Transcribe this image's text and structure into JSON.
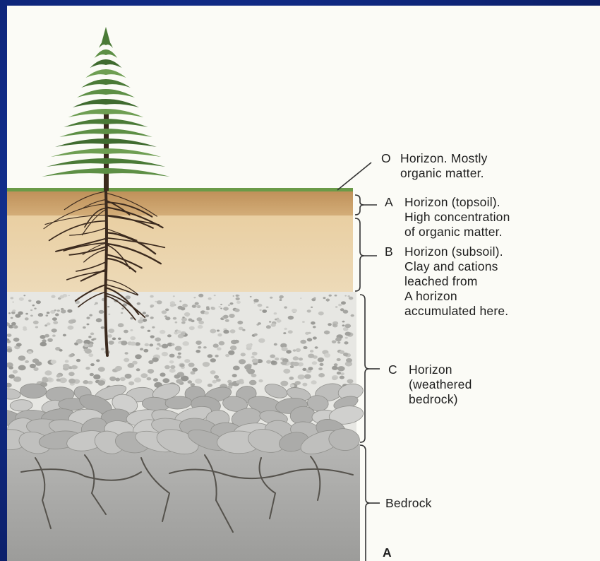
{
  "layers": [
    {
      "id": "o",
      "letter": "O",
      "text": "Horizon.  Mostly\norganic matter.",
      "color": "#5b8a3a"
    },
    {
      "id": "a",
      "letter": "A",
      "text": "Horizon (topsoil).\nHigh concentration\nof organic matter.",
      "color": "#c9a16a"
    },
    {
      "id": "b",
      "letter": "B",
      "text": "Horizon (subsoil).\nClay and cations\nleached from\nA horizon\naccumulated here.",
      "color": "#ead2a8"
    },
    {
      "id": "c",
      "letter": "C",
      "text": "Horizon\n(weathered\nbedrock)",
      "color": "#e6e6e2"
    },
    {
      "id": "bedrock",
      "letter": "",
      "text": "Bedrock",
      "color": "#a8a8a6"
    }
  ],
  "bottom_letter": "A",
  "colors": {
    "background": "#102a85",
    "frame": "#fbfbf6",
    "tree": "#4f7a3a",
    "trunk": "#3a2a1c",
    "roots": "#3b2a1e",
    "bracket": "#333333"
  }
}
